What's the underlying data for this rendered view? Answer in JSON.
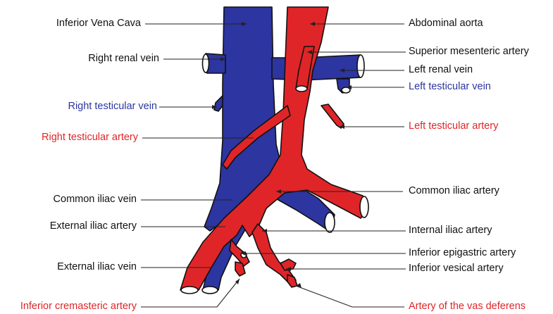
{
  "colors": {
    "vein": "#2d35a0",
    "artery": "#e02528",
    "label_black": "#111111",
    "label_vein": "#2d35a0",
    "label_artery": "#e02528",
    "leader": "#222222"
  },
  "labels": {
    "inferior_vena_cava": "Inferior Vena Cava",
    "abdominal_aorta": "Abdominal aorta",
    "right_renal_vein": "Right renal vein",
    "superior_mesenteric_artery": "Superior mesenteric artery",
    "left_renal_vein": "Left renal vein",
    "left_testicular_vein": "Left testicular vein",
    "right_testicular_vein": "Right testicular vein",
    "right_testicular_artery": "Right testicular artery",
    "left_testicular_artery": "Left testicular artery",
    "common_iliac_vein": "Common iliac vein",
    "common_iliac_artery": "Common iliac artery",
    "external_iliac_artery": "External iliac artery",
    "internal_iliac_artery": "Internal iliac artery",
    "inferior_epigastric_artery": "Inferior epigastric artery",
    "external_iliac_vein": "External iliac vein",
    "inferior_vesical_artery": "Inferior vesical artery",
    "inferior_cremasteric_artery": "Inferior cremasteric artery",
    "artery_of_the_vas_deferens": "Artery of the vas deferens"
  }
}
